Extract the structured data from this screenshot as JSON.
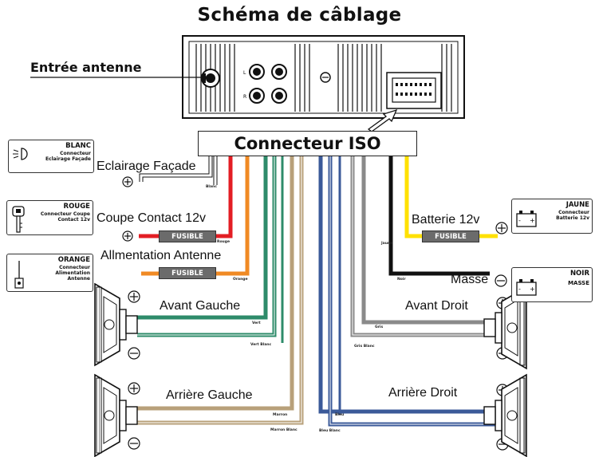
{
  "title": "Schéma de câblage",
  "antenna_label": "Entrée antenne",
  "connector_label": "Connecteur ISO",
  "fuse_label": "FUSIBLE",
  "left_labels": {
    "eclairage": "Eclairage Façade",
    "coupe": "Coupe Contact 12v",
    "alim": "Allmentation Antenne",
    "avant": "Avant Gauche",
    "arriere": "Arrière Gauche"
  },
  "right_labels": {
    "batterie": "Batterie 12v",
    "masse": "Masse",
    "avant": "Avant Droit",
    "arriere": "Arrière Droit"
  },
  "boxes": {
    "blanc": {
      "title": "BLANC",
      "sub": "Connecteur Eclairage Façade"
    },
    "rouge": {
      "title": "ROUGE",
      "sub": "Connecteur Coupe Contact 12v"
    },
    "orange": {
      "title": "ORANGE",
      "sub": "Connecteur Alimentation Antenne"
    },
    "jaune": {
      "title": "JAUNE",
      "sub": "Connecteur Batterie 12v"
    },
    "noir": {
      "title": "NOIR",
      "sub": "MASSE"
    }
  },
  "wire_labels": {
    "blanc": "Blanc",
    "rouge": "Rouge",
    "orange": "Orange",
    "vert": "Vert",
    "vert_blanc": "Vert Blanc",
    "marron": "Marron",
    "marron_blanc": "Marron Blanc",
    "jaune": "Jaune",
    "noir": "Noir",
    "gris": "Gris",
    "gris_blanc": "Gris Blanc",
    "bleu": "Bleu",
    "bleu_blanc": "Bleu Blanc"
  },
  "colors": {
    "white_wire": "#ffffff",
    "red": "#e31e24",
    "orange": "#f08a24",
    "green": "#2e8b6a",
    "brown": "#b8a07a",
    "yellow": "#ffe100",
    "black": "#111111",
    "grey": "#8a8a8a",
    "blue": "#3b5a99",
    "fuse": "#6b6b6b"
  }
}
